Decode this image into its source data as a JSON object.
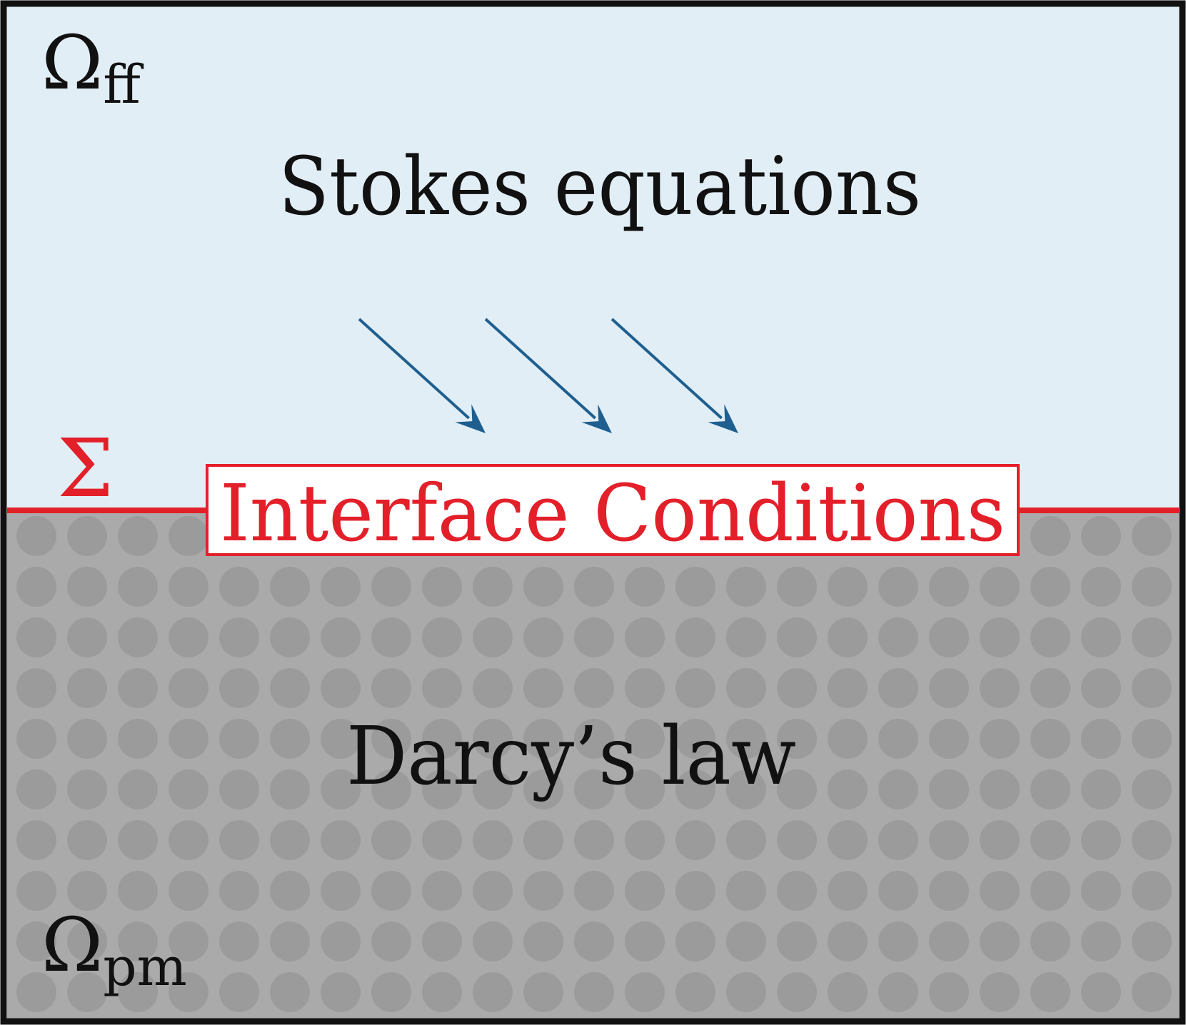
{
  "diagram": {
    "free_flow": {
      "symbol": "Ω",
      "subscript": "ff",
      "model": "Stokes equations",
      "fill_color": "#e2eef6"
    },
    "porous_medium": {
      "symbol": "Ω",
      "subscript": "pm",
      "model": "Darcy’s law",
      "fill_color": "#aaaaaa",
      "grain_color": "#9b9b9b"
    },
    "interface": {
      "symbol": "Σ",
      "label": "Interface Conditions",
      "color": "#e3202a"
    },
    "arrows": {
      "count": 3,
      "color": "#1f5f8f"
    },
    "border_color": "#111111"
  }
}
